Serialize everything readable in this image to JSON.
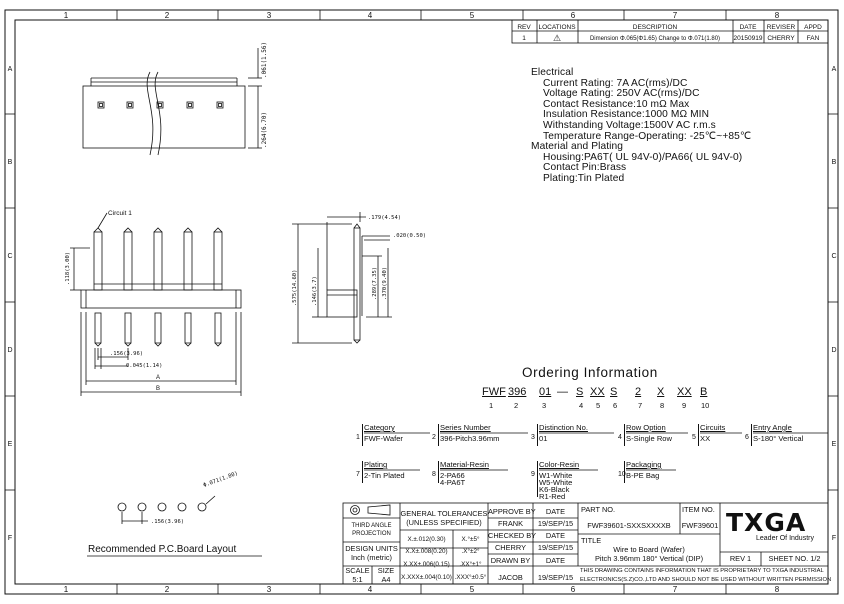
{
  "frame": {
    "col_labels": [
      "1",
      "2",
      "3",
      "4",
      "5",
      "6",
      "7",
      "8"
    ],
    "row_labels": [
      "A",
      "B",
      "C",
      "D",
      "E",
      "F"
    ]
  },
  "revision_table": {
    "headers": [
      "REV",
      "LOCATIONS",
      "DESCRIPTION",
      "DATE",
      "REVISER",
      "APPD"
    ],
    "row": {
      "rev": "1",
      "location": "⚠",
      "description": "Dimension Φ.065(Φ1.65) Change to Φ.071(1.80)",
      "date": "20150919",
      "reviser": "CHERRY",
      "appd": "FAN"
    }
  },
  "specs": {
    "electrical_title": "Electrical",
    "electrical": [
      "Current Rating: 7A AC(rms)/DC",
      "Voltage Rating: 250V AC(rms)/DC",
      "Contact Resistance:10 mΩ Max",
      "Insulation Resistance:1000 MΩ MIN",
      "Withstanding Voltage:1500V AC r.m.s",
      "Temperature Range-Operating: -25℃~+85℃"
    ],
    "material_title": "Material and Plating",
    "material": [
      "Housing:PA6T( UL 94V-0)/PA66( UL 94V-0)",
      "Contact Pin:Brass",
      "Plating:Tin Plated"
    ]
  },
  "dimensions": {
    "top_h": ".061(1.56)",
    "top_w": ".264(6.70)",
    "circuit": "Circuit 1",
    "pin_h": ".118(3.00)",
    "pitch": ".156(3.96)",
    "pin_w": "0.045(1.14)",
    "width_a": "A",
    "width_b": "B",
    "side_top": ".179(4.54)",
    "side_pin": ".020(0.50)",
    "side_total": ".575(14.60)",
    "side_body": ".146(3.7)",
    "side_mid": ".289(7.35)",
    "side_body2": ".370(9.40)",
    "pcb_hole": "Φ.071(1.80)",
    "pcb_pitch": ".156(3.96)",
    "pcb_title": "Recommended P.C.Board Layout"
  },
  "ordering": {
    "title": "Ordering Information",
    "codes": [
      "FWF",
      "396",
      "01",
      "—",
      "S",
      "XX",
      "S",
      "2",
      "X",
      "XX",
      "B"
    ],
    "code_nums": [
      "1",
      "2",
      "3",
      "4",
      "5",
      "6",
      "7",
      "8",
      "9",
      "10"
    ],
    "boxes": [
      {
        "num": "1",
        "head": "Category",
        "val": "FWF-Wafer"
      },
      {
        "num": "2",
        "head": "Series Number",
        "val": "396-Pitch3.96mm"
      },
      {
        "num": "3",
        "head": "Distinction No.",
        "val": "01"
      },
      {
        "num": "4",
        "head": "Row Option",
        "val": "S-Single Row"
      },
      {
        "num": "5",
        "head": "Circuits",
        "val": "XX"
      },
      {
        "num": "6",
        "head": "Entry Angle",
        "val": "S-180° Vertical"
      },
      {
        "num": "7",
        "head": "Plating",
        "val": "2-Tin Plated"
      },
      {
        "num": "8",
        "head": "Material-Resin",
        "val": "2-PA66",
        "val2": "4-PA6T"
      },
      {
        "num": "9",
        "head": "Color-Resin",
        "val": "W1-White",
        "val2": "W5-White",
        "val3": "K6-Black",
        "val4": "R1-Red"
      },
      {
        "num": "10",
        "head": "Packaging",
        "val": "B-PE Bag"
      }
    ]
  },
  "title_block": {
    "projection1": "THIRD ANGLE",
    "projection2": "PROJECTION",
    "tol_title1": "GENERAL TOLERANCES",
    "tol_title2": "(UNLESS SPECIFIED)",
    "tol_rows": [
      [
        "X.±.012(0.30)",
        "X.°±5°"
      ],
      [
        "X.X±.008(0.20)",
        ".X°±2°"
      ],
      [
        "X.XX±.006(0.15)",
        ".XX°±1°"
      ],
      [
        "X.XXX±.004(0.10)",
        ".XXX°±0.5°"
      ]
    ],
    "design_units1": "DESIGN UNITS",
    "design_units2": "Inch (metric)",
    "scale_label": "SCALE",
    "scale_val": "5:1",
    "size_label": "SIZE",
    "size_val": "A4",
    "approve_label": "APPROVE BY",
    "approve_name": "FRANK",
    "checked_label": "CHECKED BY",
    "checked_name": "CHERRY",
    "drawn_label": "DRAWN BY",
    "drawn_name": "JACOB",
    "date_label": "DATE",
    "date_val": "19/SEP/15",
    "part_label": "PART NO.",
    "part_no": "FWF39601-SXXSXXXXB",
    "item_label": "ITEM NO.",
    "item_no": "FWF39601",
    "title_label": "TITLE",
    "title_line1": "Wire to Board (Wafer)",
    "title_line2": "Pitch 3.96mm 180° Vertical (DIP)",
    "rev": "REV 1",
    "sheet": "SHEET NO. 1/2",
    "company": "TXGA",
    "tagline": "Leader Of Industry",
    "notice1": "THIS DRAWING CONTAINS INFORMATION THAT IS PROPRIETARY TO TXGA INDUSTRIAL",
    "notice2": "ELECTRONICS(S.Z)CO.,LTD AND SHOULD NOT BE USED WITHOUT WRITTEN PERMISSION"
  }
}
